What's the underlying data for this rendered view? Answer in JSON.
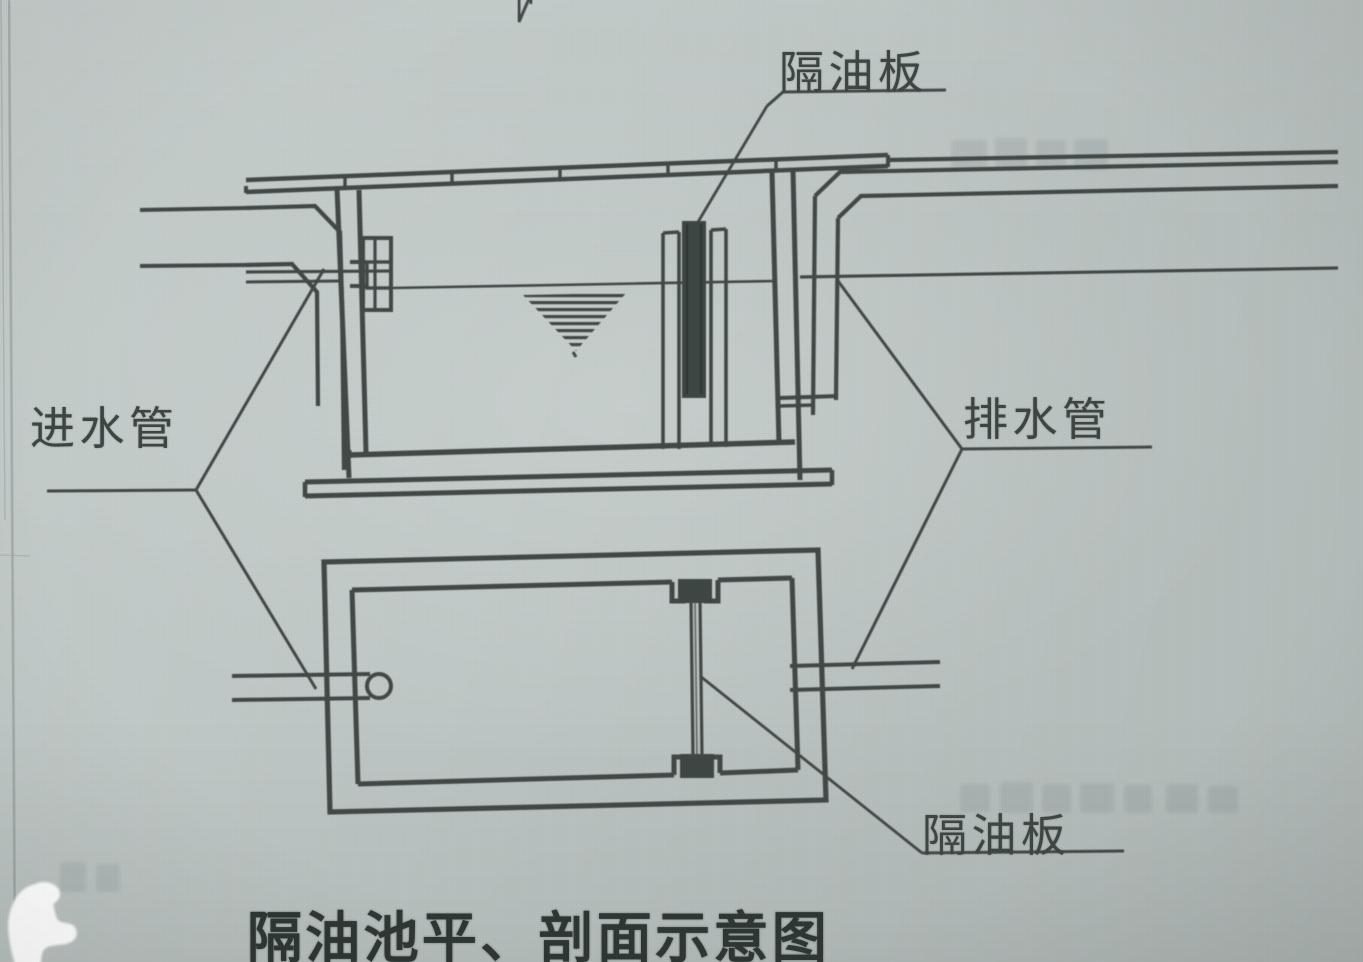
{
  "document": {
    "kind": "scanned-textbook-figure",
    "caption": "隔油池平、剖面示意图",
    "paper_color": "#bdc6c4",
    "ink_color": "#3c4442"
  },
  "labels": {
    "plate_top": "隔油板",
    "plate_bottom": "隔油板",
    "inlet_pipe": "进水管",
    "outlet_pipe": "排水管"
  },
  "figure": {
    "views": [
      {
        "name": "section-view",
        "title_implied": "剖面",
        "elements": [
          "top-grating-cover",
          "left-wall",
          "right-wall",
          "tank-floor",
          "base-slab",
          "inlet-pipe-elbow",
          "inlet-wall-fitting",
          "water-level-line",
          "oil-level-hatched-triangle",
          "oil-separator-plate",
          "outlet-pipe-elbow"
        ],
        "grating_slot_count": 5
      },
      {
        "name": "plan-view",
        "title_implied": "平面",
        "elements": [
          "outer-wall-rectangle",
          "inner-chamber-rectangle",
          "oil-separator-plate",
          "inlet-pipe-with-end-circle",
          "outlet-pipe"
        ]
      }
    ],
    "leader_lines": [
      {
        "from": "plate_top",
        "to": "oil-separator-plate-section"
      },
      {
        "from": "inlet_pipe",
        "to": [
          "inlet-pipe-section",
          "inlet-pipe-plan"
        ]
      },
      {
        "from": "outlet_pipe",
        "to": [
          "outlet-pipe-section",
          "outlet-pipe-plan"
        ]
      },
      {
        "from": "plate_bottom",
        "to": "oil-separator-plate-plan"
      }
    ]
  },
  "artifacts": {
    "left_margin_rule": true,
    "thumb_overexposed_corner": "bottom-left",
    "bleed_through_ghost_text": true,
    "top_clipped_arrowhead": true
  }
}
